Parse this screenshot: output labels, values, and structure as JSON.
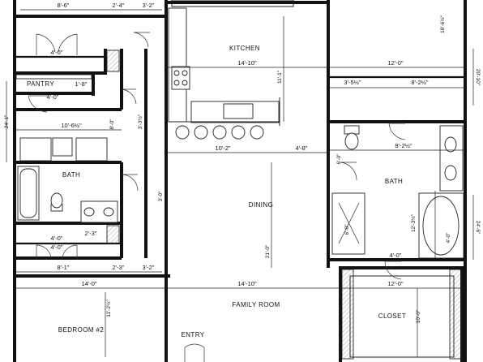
{
  "rooms": {
    "kitchen": "KITCHEN",
    "pantry": "PANTRY",
    "bath_left": "BATH",
    "dining": "DINING",
    "bath_right": "BATH",
    "family_room": "FAMILY ROOM",
    "bedroom": "BEDROOM #2",
    "entry": "ENTRY",
    "closet": "CLOSET"
  },
  "dimensions": {
    "top_8_6": "8'-6\"",
    "top_2_4": "2'-4\"",
    "top_3_2": "3'-2\"",
    "kitchen_width": "14'-10\"",
    "kitchen_depth": "11'-1\"",
    "top_right_18": "18'-6½\"",
    "right_12_0_top": "12'-0\"",
    "right_3_5": "3'-5½\"",
    "right_8_2_top": "8'-2½\"",
    "left_4_0_upper": "4'-0\"",
    "pantry_1_8": "1'-8\"",
    "pantry_4_0": "4'-0\"",
    "bath_10_6": "10'-6½\"",
    "bath_8_0": "8'-0\"",
    "bath_3_3": "3'-3½\"",
    "dining_10_2": "10'-2\"",
    "dining_4_8": "4'-8\"",
    "right_8_2_mid": "8'-2½\"",
    "bath_right_12_3": "12'-3½\"",
    "bath_right_4_0": "4'-0\"",
    "bath_right_6_0": "6'-0\"",
    "bath_right_6_0b": "6'-0\"",
    "dining_3_0": "3'-0\"",
    "dining_21_0": "21'-0\"",
    "lower_4_0": "4'-0\"",
    "lower_2_3": "2'-3\"",
    "bottom_8_1": "8'-1\"",
    "bottom_2_3": "2'-3\"",
    "bottom_3_2": "3'-2\"",
    "bottom_14_0": "14'-0\"",
    "bottom_14_10": "14'-10\"",
    "closet_12_0": "12'-0\"",
    "bedroom_11_2": "11'-2½\"",
    "closet_10_0": "10'-0\"",
    "closet_4_0": "4'-0\"",
    "far_left_24_1": "24'-1\"",
    "far_right_20_10": "20'-10\"",
    "far_right_24": "24'-6\"",
    "lower_left_4_0": "4'-0\""
  }
}
